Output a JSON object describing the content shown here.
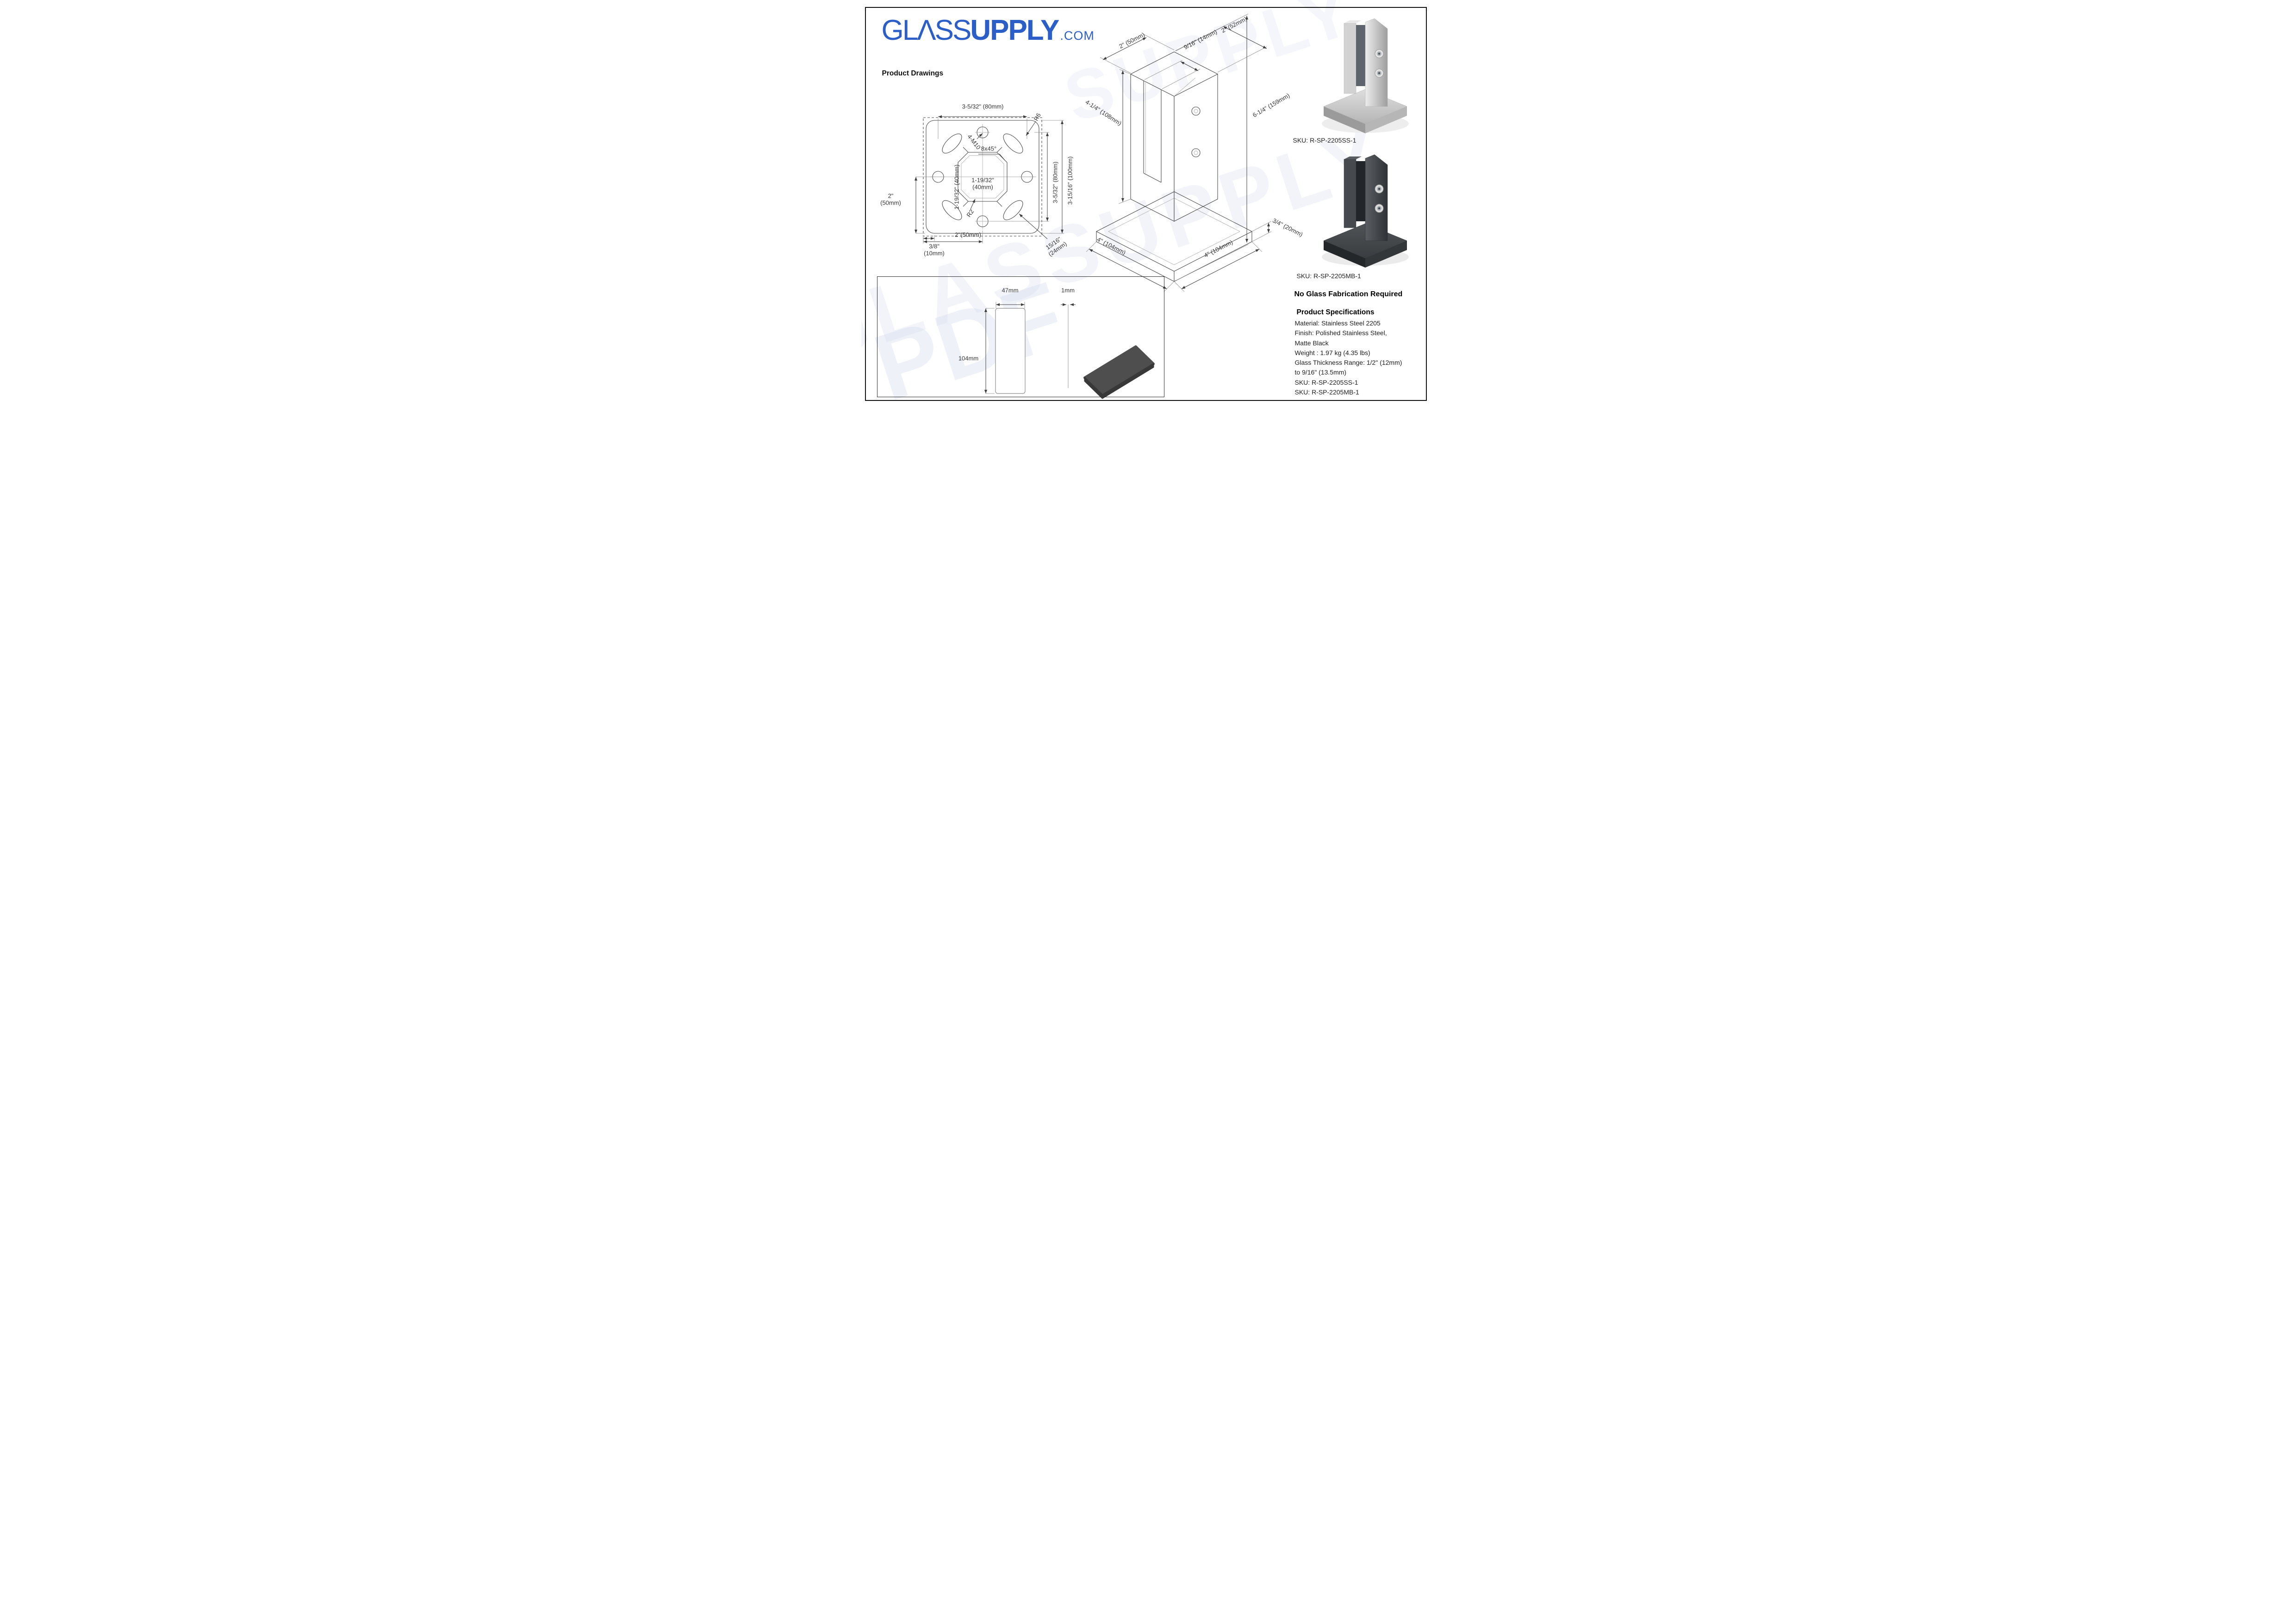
{
  "colors": {
    "logo_blue": "#2b5ec7",
    "line_dark": "#4a4a4a",
    "watermark": "#d6ddf0",
    "matte_black": "#33373a",
    "stainless": "#c6c6c6"
  },
  "logo": {
    "light": "GLΛSS",
    "bold": "UPPLY",
    "suffix": ".COM"
  },
  "section_title": "Product Drawings",
  "watermarks": [
    "GLASSUPPLY",
    "PDF",
    "SUPPLY"
  ],
  "plan_view": {
    "top_width": "3-5/32\" (80mm)",
    "holes": "4-M10",
    "corner_radius": "R6",
    "chamfer": "8x45°",
    "octagon_width": "1-19/32\"\n(40mm)",
    "octagon_height": "1-19/32\" (40mm)",
    "fillet": "R2",
    "right_inner": "3-5/32\" (80mm)",
    "right_outer": "3-15/16\" (100mm)",
    "left_half": "2\"\n(50mm)",
    "bottom_half": "2''(50mm)",
    "edge_offset": "3/8\"\n(10mm)",
    "slot_width": "15/16\"\n(24mm)"
  },
  "iso_view": {
    "clamp_width": "2\" (50mm)",
    "glass_gap": "9/16\" (14mm)",
    "body_width": "2\" (52mm)",
    "post_height": "4-1/4\" (108mm)",
    "total_height": "6-1/4\" (159mm)",
    "base_width_left": "4\" (104mm)",
    "base_width_right": "4\" (104mm)",
    "base_thickness": "3/4\" (20mm)"
  },
  "products": [
    {
      "sku_label": "SKU: R-SP-2205SS-1",
      "finish": "Polished Stainless Steel"
    },
    {
      "sku_label": "SKU: R-SP-2205MB-1",
      "finish": "Matte Black"
    }
  ],
  "glass_panel": {
    "width": "47mm",
    "thickness": "1mm",
    "height": "104mm"
  },
  "fabrication_note": "No Glass Fabrication Required",
  "specifications": {
    "title": "Product Specifications",
    "lines": [
      "Material: Stainless Steel 2205",
      "Finish: Polished Stainless Steel,",
      "Matte Black",
      "Weight : 1.97 kg (4.35 lbs)",
      "Glass Thickness Range: 1/2\" (12mm)",
      "to 9/16\" (13.5mm)",
      "SKU: R-SP-2205SS-1",
      "SKU: R-SP-2205MB-1"
    ]
  }
}
